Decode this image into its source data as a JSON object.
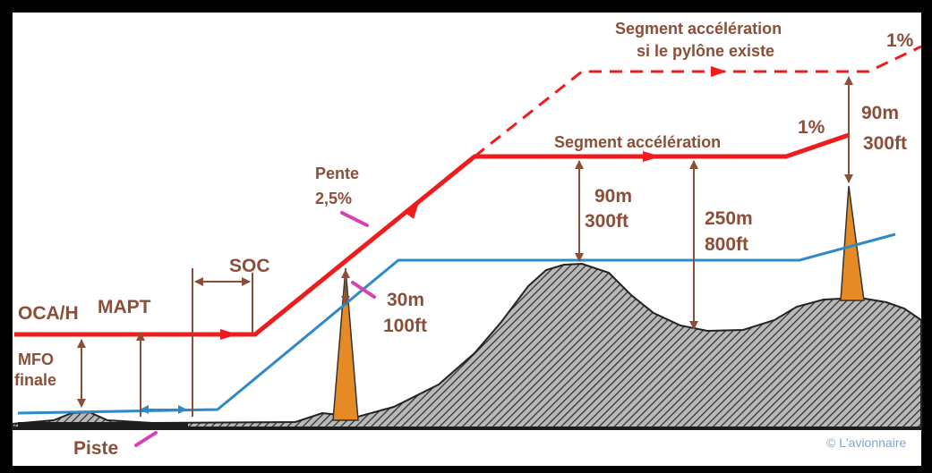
{
  "labels": {
    "oca_h": "OCA/H",
    "mapt": "MAPT",
    "mfo_line1": "MFO",
    "mfo_line2": "finale",
    "soc": "SOC",
    "pente_line1": "Pente",
    "pente_line2": "2,5%",
    "clear_30m": "30m",
    "clear_100ft": "100ft",
    "clear_90m": "90m",
    "clear_300ft": "300ft",
    "clear_250m": "250m",
    "clear_800ft": "800ft",
    "segment_acceleration": "Segment accélération",
    "segment_acceleration_pylon_line1": "Segment accélération",
    "segment_acceleration_pylon_line2": "si le pylône existe",
    "gradient_1pct": "1%",
    "gradient_1pct_dashed": "1%",
    "pylon_90m": "90m",
    "pylon_300ft": "300ft",
    "piste": "Piste",
    "credit": "© L'avionnaire"
  },
  "colors": {
    "flight_path": "#ee1c1c",
    "obstacle_surface": "#2d89c8",
    "dimension": "#8b4e38",
    "pointer": "#d642b4",
    "obstacle": "#e58a24",
    "frame": "#000000"
  }
}
